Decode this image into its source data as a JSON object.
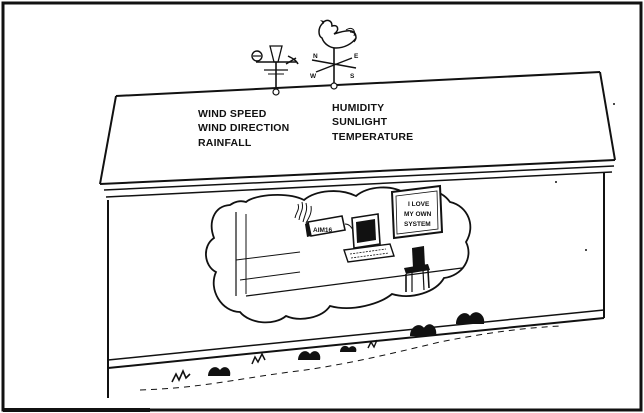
{
  "sensors_left": [
    "WIND SPEED",
    "WIND DIRECTION",
    "RAINFALL"
  ],
  "sensors_right": [
    "HUMIDITY",
    "SUNLIGHT",
    "TEMPERATURE"
  ],
  "interface_box": "AIM16",
  "sign_lines": [
    "I LOVE",
    "MY OWN",
    "SYSTEM"
  ],
  "weathervane_letters": [
    "N",
    "S",
    "W",
    "E"
  ],
  "colors": {
    "ink": "#111111",
    "paper": "#ffffff"
  }
}
